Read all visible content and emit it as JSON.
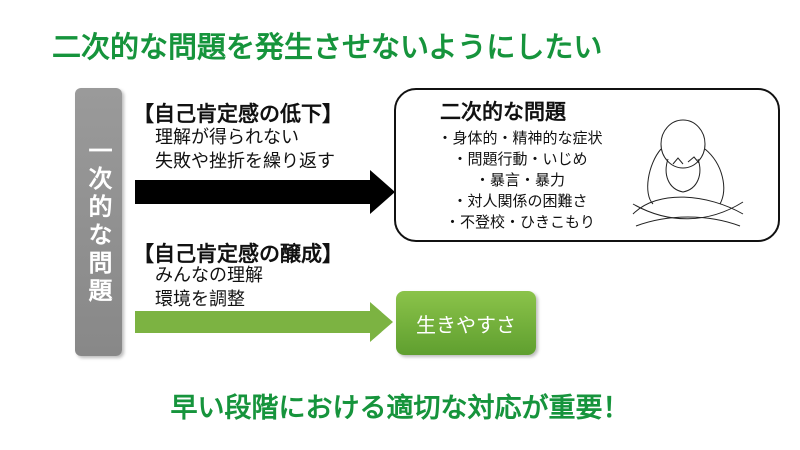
{
  "title": "二次的な問題を発生させないようにしたい",
  "primary_label": "一次的な問題",
  "negative": {
    "heading": "【自己肯定感の低下】",
    "lines": [
      "理解が得られない",
      "失敗や挫折を繰り返す"
    ]
  },
  "positive": {
    "heading": "【自己肯定感の醸成】",
    "lines": [
      "みんなの理解",
      "環境を調整"
    ]
  },
  "secondary": {
    "title": "二次的な問題",
    "items": [
      "・身体的・精神的な症状",
      "・問題行動・いじめ",
      "・暴言・暴力",
      "・対人関係の困難さ",
      "・不登校・ひきこもり"
    ]
  },
  "outcome": "生きやすさ",
  "conclusion": "早い段階における適切な対応が重要！",
  "colors": {
    "green": "#16943c",
    "arrow_green": "#7cb342",
    "black": "#000000",
    "gray": "#909090"
  }
}
